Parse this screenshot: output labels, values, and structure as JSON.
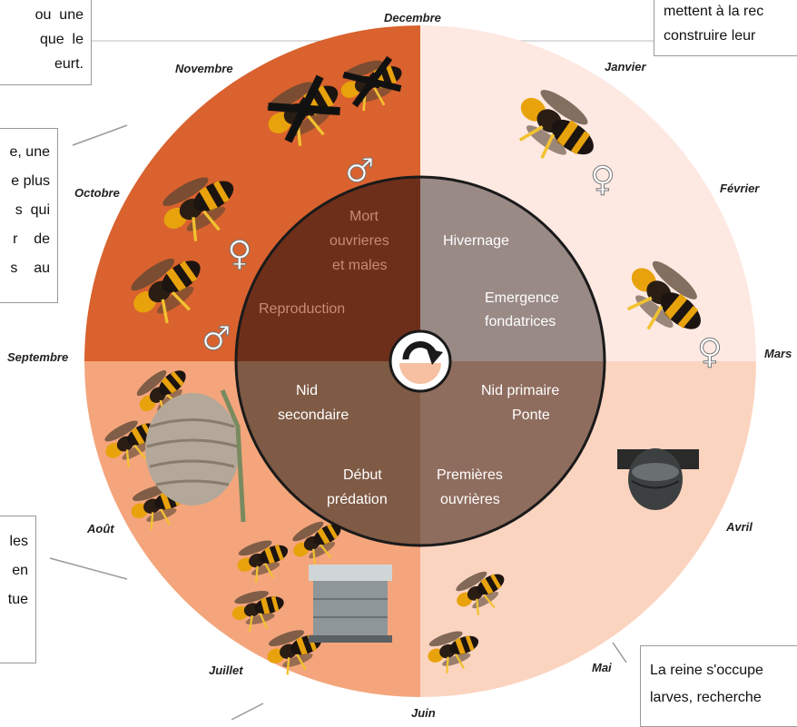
{
  "months": {
    "decembre": "Decembre",
    "janvier": "Janvier",
    "fevrier": "Février",
    "mars": "Mars",
    "avril": "Avril",
    "mai": "Mai",
    "juin": "Juin",
    "juillet": "Juillet",
    "aout": "Août",
    "septembre": "Septembre",
    "octobre": "Octobre",
    "novembre": "Novembre"
  },
  "phases": {
    "hivernage": "Hivernage",
    "emergence_line1": "Emergence",
    "emergence_line2": "fondatrices",
    "nid_primaire_line1": "Nid primaire",
    "nid_primaire_line2": "Ponte",
    "premieres_line1": "Premières",
    "premieres_line2": "ouvrières",
    "debut_line1": "Début",
    "debut_line2": "prédation",
    "nid_sec_line1": "Nid",
    "nid_sec_line2": "secondaire",
    "reproduction": "Reproduction",
    "mort_line1": "Mort",
    "mort_line2": "ouvrieres",
    "mort_line3": "et males"
  },
  "symbols": {
    "female": "♀",
    "male": "♂"
  },
  "callouts": {
    "top_left": [
      "ou  une",
      "que  le",
      "eurt."
    ],
    "mid_left": [
      "e, une",
      "e plus",
      "s  qui",
      "r    de",
      "s    au"
    ],
    "lower_left": [
      "les",
      "en",
      "tue"
    ],
    "top_right": [
      "mettent à la rec",
      "construire leur"
    ],
    "bottom_right": [
      "La reine s'occupe",
      "larves, recherche"
    ]
  },
  "colors": {
    "autumn_quadrant": "#d9622e",
    "winter_quadrant": "#fde9e2",
    "spring_quadrant": "#fbd4c0",
    "summer_quadrant": "#f4a57c",
    "inner_winter": "#9a8a86",
    "inner_spring": "#8f6d5e",
    "inner_summer": "#7f5a45",
    "inner_autumn": "#6e2f1a"
  }
}
